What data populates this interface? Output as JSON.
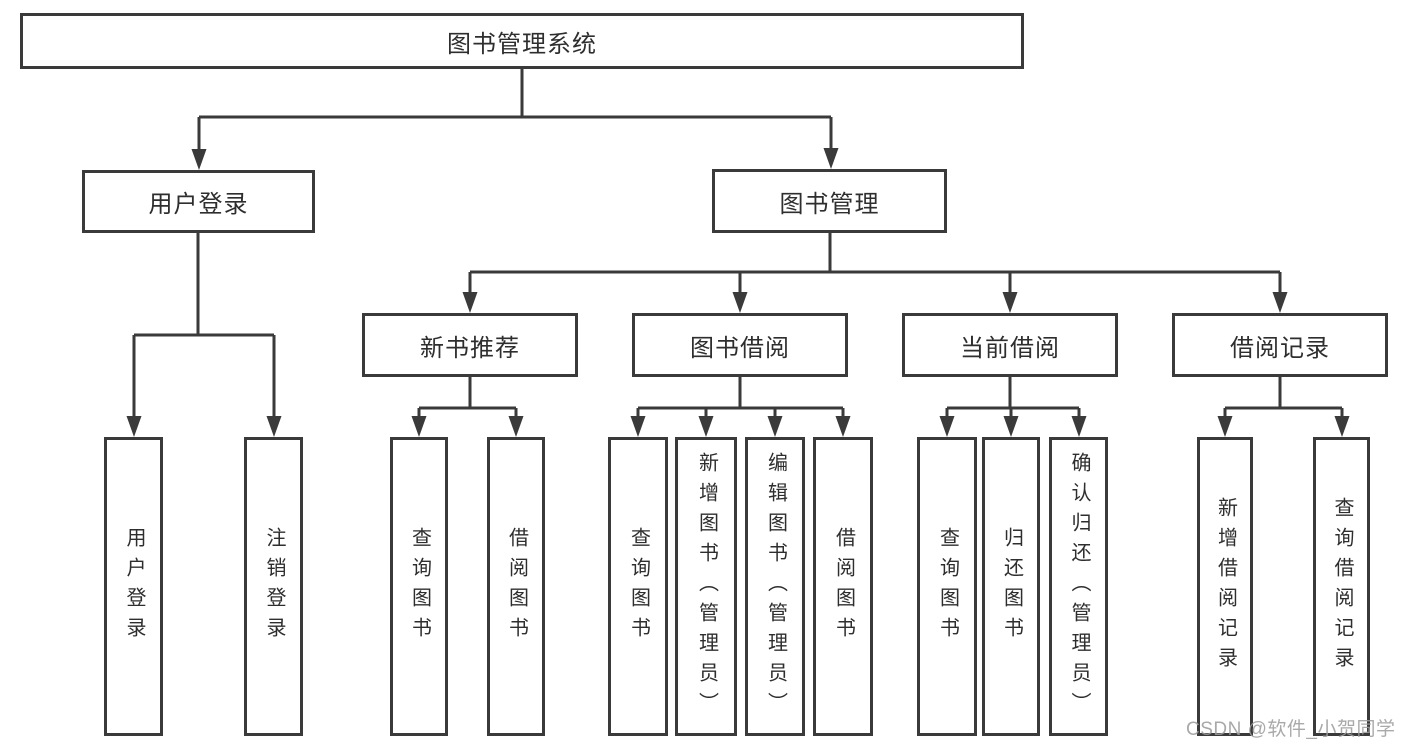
{
  "nodes": {
    "root": "图书管理系统",
    "user_login": "用户登录",
    "book_mgmt": "图书管理",
    "new_book_rec": "新书推荐",
    "book_borrow": "图书借阅",
    "current_borrow": "当前借阅",
    "borrow_records": "借阅记录",
    "leaf_user_login": "用户登录",
    "leaf_logout": "注销登录",
    "leaf_query_book_1": "查询图书",
    "leaf_borrow_book_1": "借阅图书",
    "leaf_query_book_2": "查询图书",
    "leaf_add_book": "新增图书（管理员）",
    "leaf_edit_book": "编辑图书（管理员）",
    "leaf_borrow_book_2": "借阅图书",
    "leaf_query_book_3": "查询图书",
    "leaf_return_book": "归还图书",
    "leaf_confirm_return": "确认归还（管理员）",
    "leaf_add_record": "新增借阅记录",
    "leaf_query_record": "查询借阅记录"
  },
  "hierarchy": {
    "root": [
      "user_login",
      "book_mgmt"
    ],
    "user_login": [
      "leaf_user_login",
      "leaf_logout"
    ],
    "book_mgmt": [
      "new_book_rec",
      "book_borrow",
      "current_borrow",
      "borrow_records"
    ],
    "new_book_rec": [
      "leaf_query_book_1",
      "leaf_borrow_book_1"
    ],
    "book_borrow": [
      "leaf_query_book_2",
      "leaf_add_book",
      "leaf_edit_book",
      "leaf_borrow_book_2"
    ],
    "current_borrow": [
      "leaf_query_book_3",
      "leaf_return_book",
      "leaf_confirm_return"
    ],
    "borrow_records": [
      "leaf_add_record",
      "leaf_query_record"
    ]
  },
  "watermark": "CSDN @软件_小贺同学",
  "colors": {
    "line": "#3a3a3a",
    "text": "#2e2e2e",
    "watermark": "#9e9e9e",
    "background": "#ffffff"
  }
}
